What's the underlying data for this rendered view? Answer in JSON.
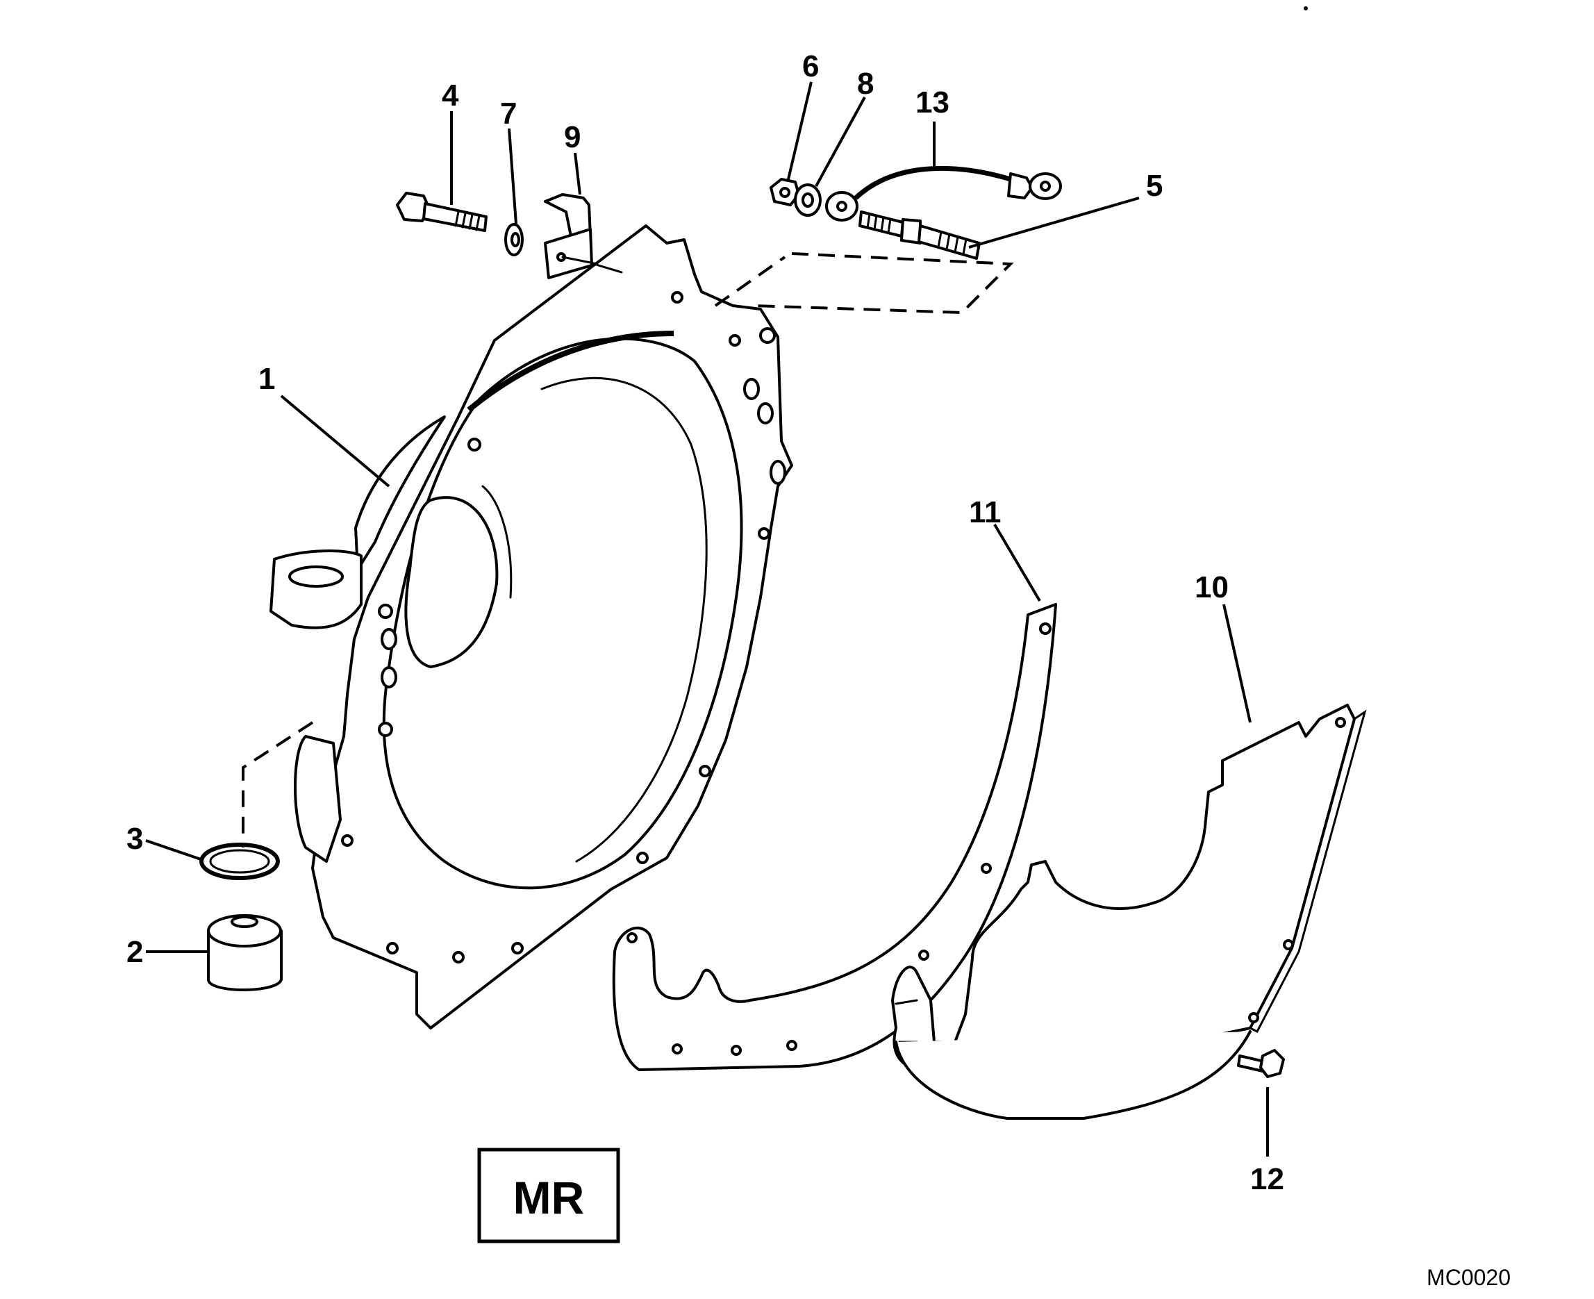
{
  "diagram": {
    "figure_code": "MC0020",
    "badge_label": "MR",
    "callouts": [
      "1",
      "2",
      "3",
      "4",
      "5",
      "6",
      "7",
      "8",
      "9",
      "10",
      "11",
      "12",
      "13"
    ]
  }
}
